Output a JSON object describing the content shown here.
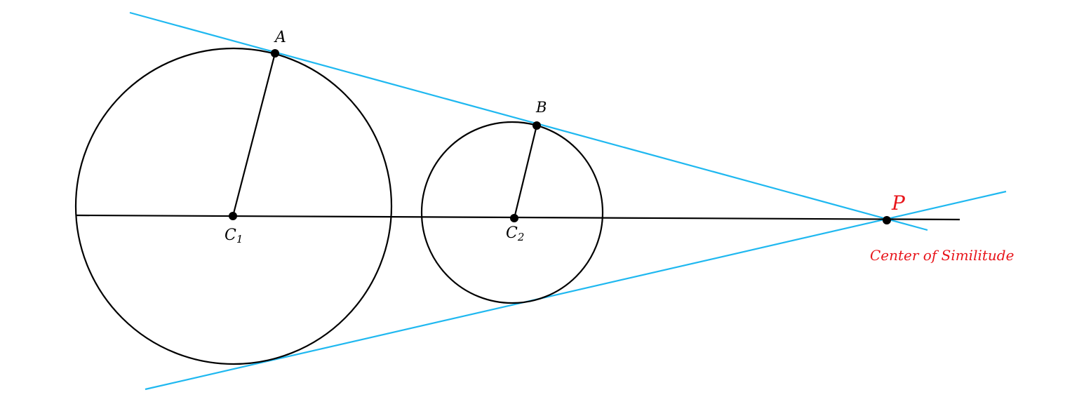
{
  "colors": {
    "stroke": "#000000",
    "tangent": "#1fb8f0",
    "highlight": "#e8151b"
  },
  "labels": {
    "A": "A",
    "B": "B",
    "C1_base": "C",
    "C1_sub": "1",
    "C2_base": "C",
    "C2_sub": "2",
    "P": "P",
    "center_caption": "Center of Similitude"
  }
}
